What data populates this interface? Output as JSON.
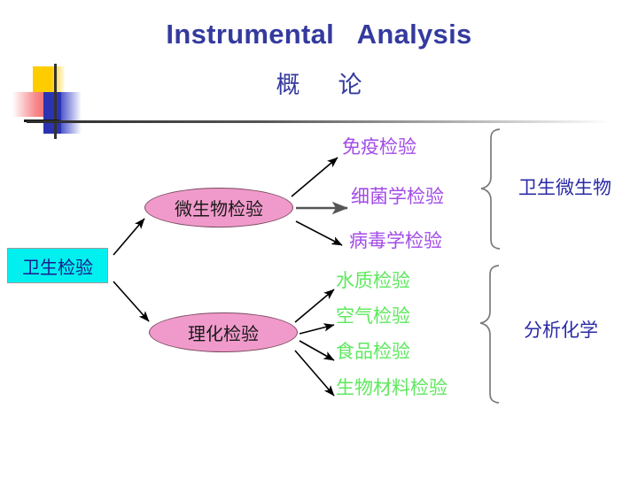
{
  "slide": {
    "title": "Instrumental   Analysis",
    "subtitle": "概     论",
    "title_color": "#343A9E",
    "background": "#ffffff"
  },
  "diagram": {
    "root": {
      "label": "卫生检验",
      "shape": "rectangle",
      "fill": "#00EFEF",
      "text_color": "#1d1d8c"
    },
    "branches": [
      {
        "label": "微生物检验",
        "shape": "ellipse",
        "fill": "#F09ACB",
        "text_color": "#1a1a1a",
        "group_label": "卫生微生物",
        "leaf_color": "#A24BE8",
        "leaves": [
          "免疫检验",
          "细菌学检验",
          "病毒学检验"
        ]
      },
      {
        "label": "理化检验",
        "shape": "ellipse",
        "fill": "#F09ACB",
        "text_color": "#1a1a1a",
        "group_label": "分析化学",
        "leaf_color": "#5EE85E",
        "leaves": [
          "水质检验",
          "空气检验",
          "食品检验",
          "生物材料检验"
        ]
      }
    ],
    "group_label_color": "#2B2BA8",
    "connector_color": "#000000",
    "brace_color": "#7a7a7a"
  },
  "decoration": {
    "yellow": "#FFCC00",
    "red": "#F0585C",
    "blue": "#2B33B0",
    "rule_color": "#2b2b2b"
  }
}
